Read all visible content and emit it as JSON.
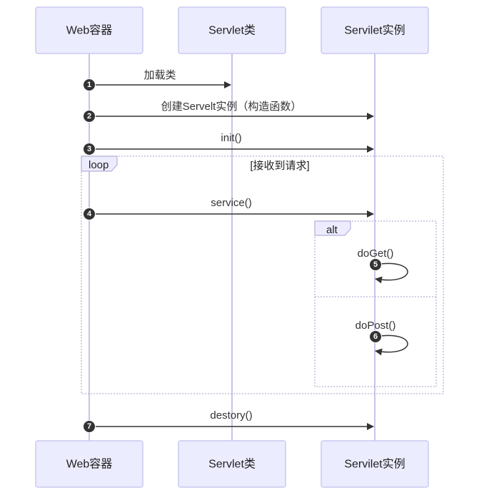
{
  "actors": [
    {
      "id": "web",
      "label": "Web容器"
    },
    {
      "id": "cls",
      "label": "Servlet类"
    },
    {
      "id": "inst",
      "label": "Servilet实例"
    }
  ],
  "messages": [
    {
      "num": "1",
      "label": "加载类",
      "from": "web",
      "to": "cls"
    },
    {
      "num": "2",
      "label": "创建Servelt实例（构造函数）",
      "from": "web",
      "to": "inst"
    },
    {
      "num": "3",
      "label": "init()",
      "from": "web",
      "to": "inst"
    },
    {
      "num": "4",
      "label": "service()",
      "from": "web",
      "to": "inst"
    },
    {
      "num": "5",
      "label": "doGet()",
      "from": "inst",
      "to": "inst"
    },
    {
      "num": "6",
      "label": "doPost()",
      "from": "inst",
      "to": "inst"
    },
    {
      "num": "7",
      "label": "destory()",
      "from": "web",
      "to": "inst"
    }
  ],
  "loop": {
    "keyword": "loop",
    "condition": "[接收到请求]"
  },
  "alt": {
    "keyword": "alt"
  }
}
